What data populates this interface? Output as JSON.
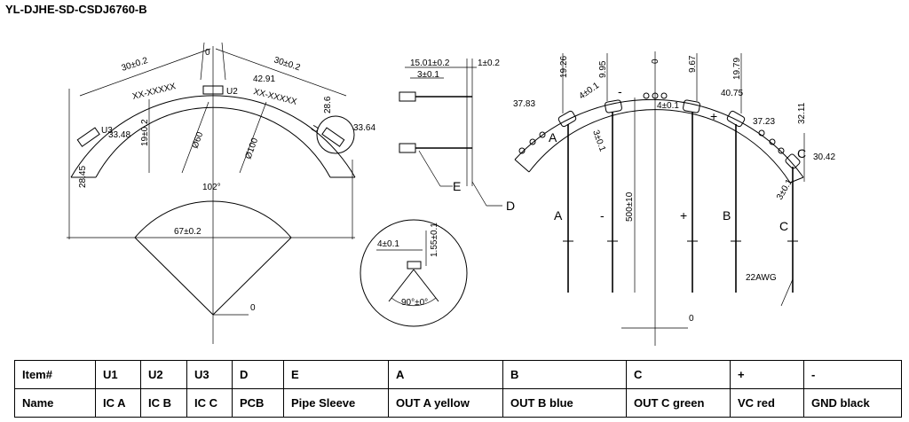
{
  "title": "YL-DJHE-SD-CSDJ6760-B",
  "left_view": {
    "dim_arc_left": "30±0.2",
    "dim_arc_right": "30±0.2",
    "zero": "0",
    "u2": "U2",
    "d4291": "42.91",
    "xx1": "XX-XXXXX",
    "xx2": "XX-XXXXX",
    "u3": "U3",
    "d3348": "33.48",
    "d19": "19±0.2",
    "d286": "28.6",
    "d3364": "33.64",
    "u1": "U",
    "d2845": "28.45",
    "dia60": "Ø60",
    "dia100": "Ø100",
    "angle": "102°",
    "d67": "67±0.2",
    "zero_bottom": "0"
  },
  "sleeve_view": {
    "d1501": "15.01±0.2",
    "d1": "1±0.2",
    "d3": "3±0.1",
    "e": "E",
    "d": "D"
  },
  "detail_view": {
    "d4": "4±0.1",
    "d155": "1.55±0.1",
    "angle90": "90°±0°"
  },
  "right_view": {
    "d1926": "19.26",
    "d995": "9.95",
    "zero": "0",
    "d967": "9.67",
    "d1979": "19.79",
    "d4": "4±0.1",
    "d4075": "40.75",
    "d3783": "37.83",
    "d3723": "37.23",
    "d3211": "32.11",
    "d41": "4±0.1",
    "d3": "3±0.1",
    "d3042": "30.42",
    "d3b": "3±0.1",
    "d500": "500±10",
    "pin_a": "A",
    "pin_minus": "-",
    "pin_plus": "+",
    "pin_b": "B",
    "pin_c": "C",
    "label_a": "A",
    "label_c": "C",
    "awg": "22AWG",
    "zero_bottom": "0",
    "minus_mark": "-",
    "plus_mark": "+"
  },
  "table": {
    "row1": {
      "head": "Item#",
      "cells": [
        "U1",
        "U2",
        "U3",
        "D",
        "E",
        "A",
        "B",
        "C",
        "+",
        "-"
      ]
    },
    "row2": {
      "head": "Name",
      "cells": [
        "IC A",
        "IC B",
        "IC C",
        "PCB",
        "Pipe Sleeve",
        "OUT A yellow",
        "OUT B blue",
        "OUT C green",
        "VC red",
        "GND black"
      ]
    }
  }
}
